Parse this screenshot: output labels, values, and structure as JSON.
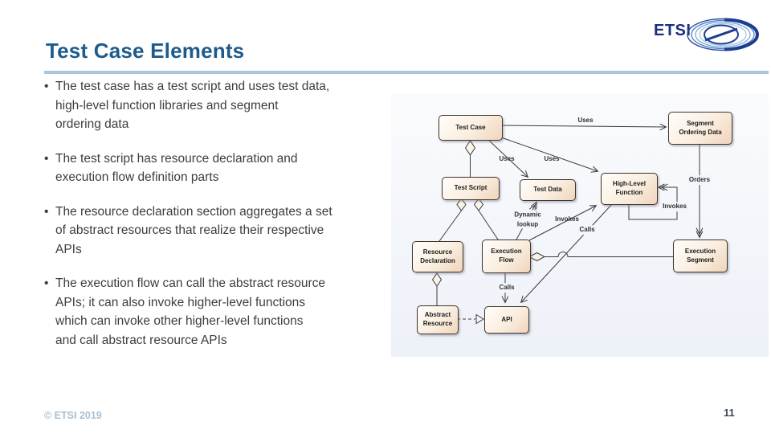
{
  "slide": {
    "title": "Test Case Elements",
    "logo_text": "ETSI",
    "footer_copyright": "© ETSI 2019",
    "page_number": "11"
  },
  "bullets": [
    [
      "The test case has a test script and uses test data,",
      "high-level function libraries and segment",
      "ordering data"
    ],
    [
      "The test script has resource declaration and",
      "execution flow definition parts"
    ],
    [
      "The resource declaration section aggregates a set",
      "of abstract resources that realize their respective",
      "APIs"
    ],
    [
      "The execution flow can call the abstract resource",
      "APIs; it can also invoke higher-level functions",
      "which can invoke other higher-level functions",
      "and call abstract resource APIs"
    ]
  ],
  "diagram": {
    "nodes": {
      "test_case": "Test Case",
      "segment_ordering_data": [
        "Segment",
        "Ordering Data"
      ],
      "test_script": "Test Script",
      "test_data": "Test Data",
      "high_level_function": [
        "High-Level",
        "Function"
      ],
      "resource_declaration": [
        "Resource",
        "Declaration"
      ],
      "execution_flow": [
        "Execution",
        "Flow"
      ],
      "execution_segment": [
        "Execution",
        "Segment"
      ],
      "abstract_resource": [
        "Abstract",
        "Resource"
      ],
      "api": "API"
    },
    "edge_labels": {
      "uses_test_data": "Uses",
      "uses_high_level_function": "Uses",
      "uses_segment_ordering_data": "Uses",
      "orders": "Orders",
      "dynamic_lookup": [
        "Dynamic",
        "lookup"
      ],
      "invokes_flow_to_function": "Invokes",
      "invokes_function_self": "Invokes",
      "calls_function_to_api": "Calls",
      "calls_flow_to_api": "Calls"
    },
    "colors": {
      "node_fill": "#f3dbc4",
      "node_border": "#3f352b",
      "line": "#3c3c3c",
      "panel": "#f2f5f9",
      "accent_blue": "#1e5b8d"
    }
  }
}
